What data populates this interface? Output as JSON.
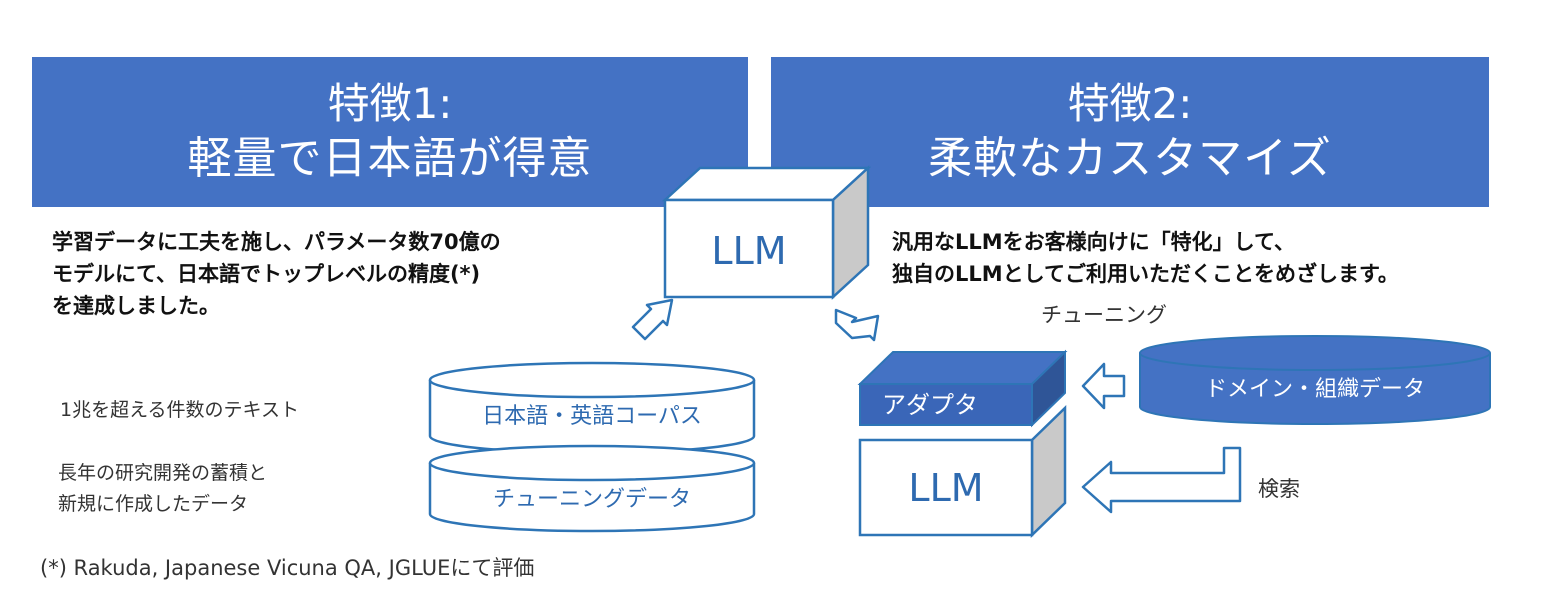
{
  "feature1": {
    "title": "特徴1:",
    "subtitle": "軽量で日本語が得意"
  },
  "feature2": {
    "title": "特徴2:",
    "subtitle": "柔軟なカスタマイズ"
  },
  "desc1": [
    "学習データに工夫を施し、パラメータ数70億の",
    "モデルにて、日本語でトップレベルの精度(*)",
    "を達成しました。"
  ],
  "desc2": [
    "汎用なLLMをお客様向けに「特化」して、",
    "独自のLLMとしてご利用いただくことをめざします。"
  ],
  "llm_top": "LLM",
  "llm_bottom": "LLM",
  "tuning": "チューニング",
  "adapter": "アダプタ",
  "domain_data": "ドメイン・組織データ",
  "search": "検索",
  "corpus": "日本語・英語コーパス",
  "tuning_data": "チューニングデータ",
  "note_corpus": "1兆を超える件数のテキスト",
  "note_tuning": [
    "長年の研究開発の蓄積と",
    "新規に作成したデータ"
  ],
  "footnote": "(*) Rakuda, Japanese Vicuna QA, JGLUEにて評価",
  "colors": {
    "banner": "#4472c4",
    "stroke": "#2e75b6",
    "text_blue": "#2e6ab0",
    "side": "#c9c9c9"
  }
}
